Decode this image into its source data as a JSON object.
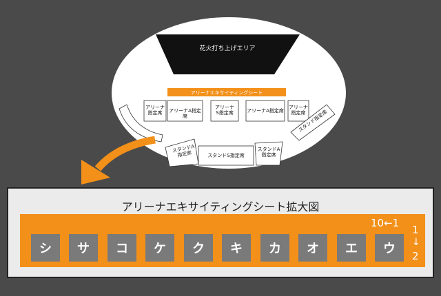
{
  "map": {
    "fireworks_area": "花火打ち上げエリア",
    "arena_excite_seat": "アリーナエキサイティングシート",
    "blocks": {
      "arena_left_small": [
        "アリーナ",
        "指定席"
      ],
      "arena_a_left": "アリーナA指定席",
      "arena_s": [
        "アリーナ",
        "S指定席"
      ],
      "arena_a_right": "アリーナA指定席",
      "arena_right_small": [
        "アリーナ",
        "指定席"
      ],
      "stand_a_left": [
        "スタンドA",
        "指定席"
      ],
      "stand_s": "スタンドS指定席",
      "stand_a_right": [
        "スタンドA",
        "指定席"
      ],
      "stand_right_diag": "スタンド指定席"
    },
    "colors": {
      "accent": "#f39019",
      "black": "#111111",
      "field": "#ffffff",
      "background": "#4a4a4a"
    }
  },
  "enlarged": {
    "title": "アリーナエキサイティングシート拡大図",
    "seats": [
      "シ",
      "サ",
      "コ",
      "ケ",
      "ク",
      "キ",
      "カ",
      "オ",
      "エ",
      "ウ"
    ],
    "seat_order_label": "10←1",
    "row_top": "1",
    "row_arrow": "↓",
    "row_bottom": "2"
  }
}
